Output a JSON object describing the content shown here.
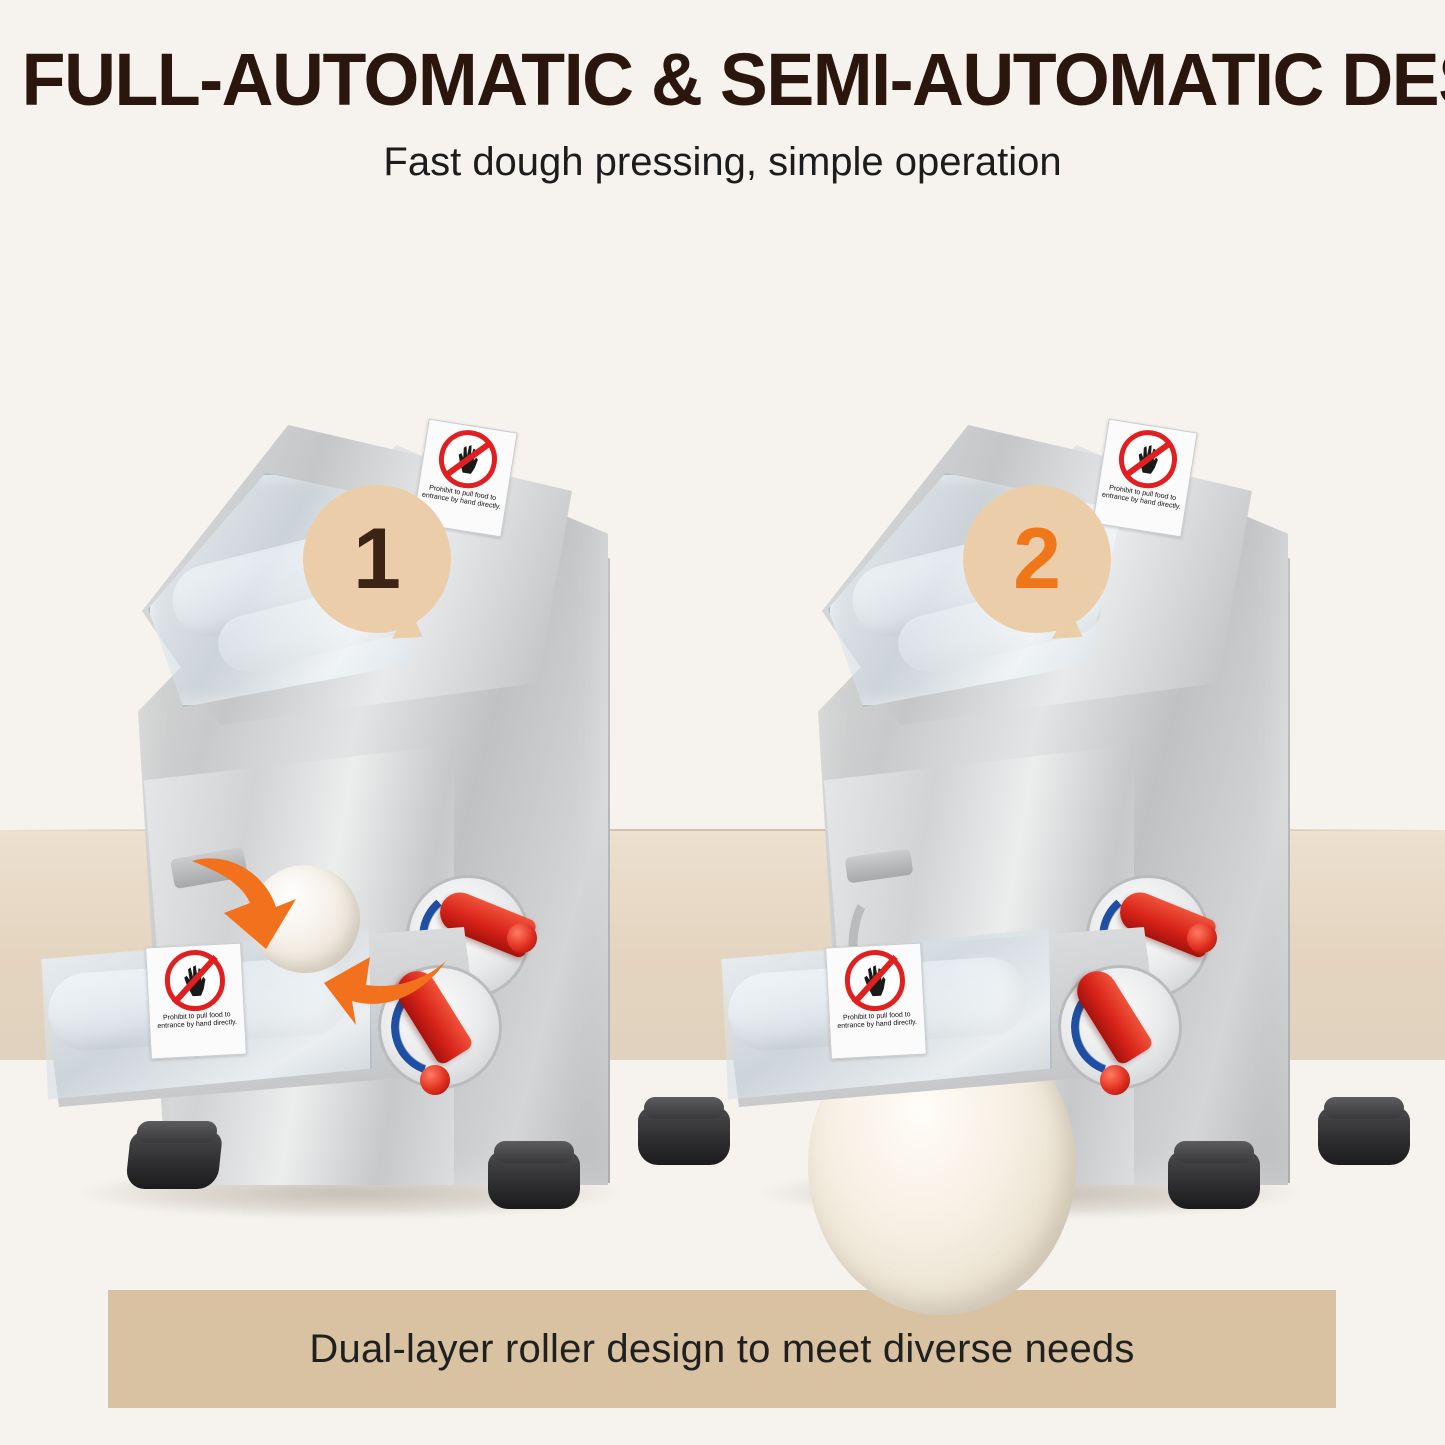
{
  "header": {
    "title": "FULL-AUTOMATIC & SEMI-AUTOMATIC DESIGN",
    "subtitle": "Fast dough pressing, simple operation",
    "title_color": "#2b160e",
    "background_color": "#f6f3ee"
  },
  "badges": [
    {
      "label": "1",
      "color": "#3b2415",
      "circle_color": "#eccda9",
      "name": "step-badge-one"
    },
    {
      "label": "2",
      "color": "#f0761a",
      "circle_color": "#eccda9",
      "name": "step-badge-two"
    }
  ],
  "machines": [
    {
      "id": "machine-left",
      "mode_label": "1",
      "warning_label_top": "Prohibit to pull food to entrance by hand directly.",
      "warning_label_bottom": "Prohibit to pull food to entrance by hand directly.",
      "dough_state": "dough ball at upper roller",
      "arrows_visible": true,
      "roller_color": "#ffffff",
      "lever_color": "#d8241a",
      "dial_color": "#1f4fa3",
      "foot_color": "#2d2d2f",
      "body_color": "#cdcfd1"
    },
    {
      "id": "machine-right",
      "mode_label": "2",
      "warning_label_top": "Prohibit to pull food to entrance by hand directly.",
      "warning_label_bottom": "Prohibit to pull food to entrance by hand directly.",
      "dough_state": "flattened pizza base exiting lower roller",
      "arrows_visible": false,
      "roller_color": "#ffffff",
      "lever_color": "#d8241a",
      "dial_color": "#1f4fa3",
      "foot_color": "#2d2d2f",
      "body_color": "#cdcfd1"
    }
  ],
  "footer": {
    "caption": "Dual-layer roller design to meet diverse needs",
    "banner_color": "#d9c2a2",
    "text_color": "#20201f"
  }
}
